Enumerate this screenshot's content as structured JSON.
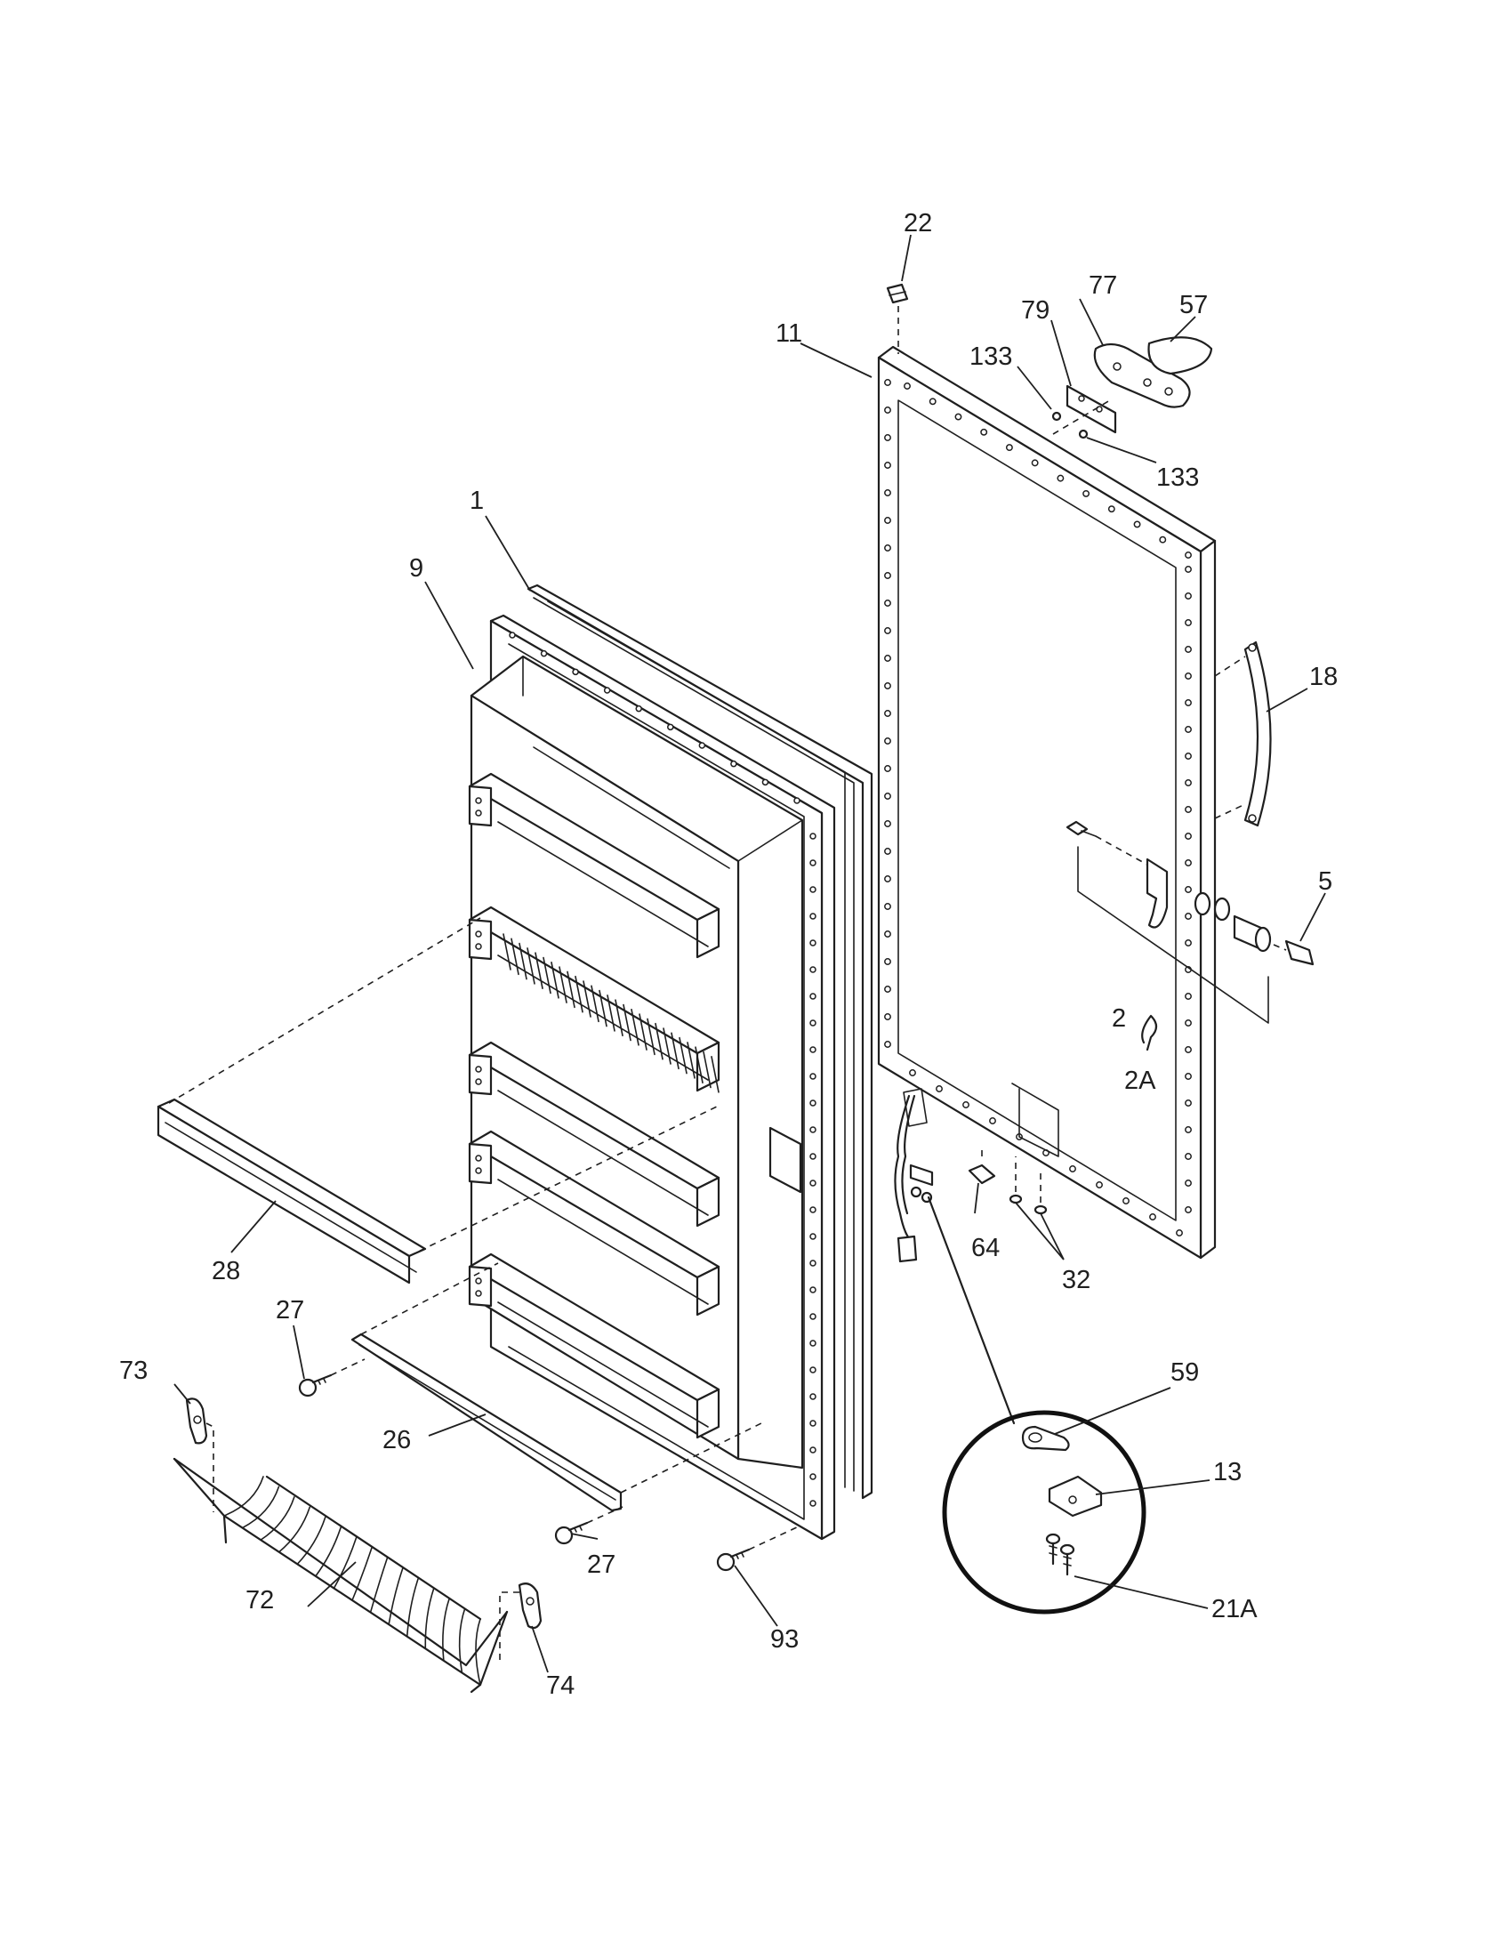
{
  "parts": [
    {
      "id": "22",
      "label": "22"
    },
    {
      "id": "77",
      "label": "77"
    },
    {
      "id": "57",
      "label": "57"
    },
    {
      "id": "79",
      "label": "79"
    },
    {
      "id": "133a",
      "label": "133"
    },
    {
      "id": "11",
      "label": "11"
    },
    {
      "id": "133b",
      "label": "133"
    },
    {
      "id": "1",
      "label": "1"
    },
    {
      "id": "9",
      "label": "9"
    },
    {
      "id": "18",
      "label": "18"
    },
    {
      "id": "5",
      "label": "5"
    },
    {
      "id": "2",
      "label": "2"
    },
    {
      "id": "2A",
      "label": "2A"
    },
    {
      "id": "64",
      "label": "64"
    },
    {
      "id": "32",
      "label": "32"
    },
    {
      "id": "28",
      "label": "28"
    },
    {
      "id": "27a",
      "label": "27"
    },
    {
      "id": "59",
      "label": "59"
    },
    {
      "id": "73",
      "label": "73"
    },
    {
      "id": "13",
      "label": "13"
    },
    {
      "id": "26",
      "label": "26"
    },
    {
      "id": "27b",
      "label": "27"
    },
    {
      "id": "21A",
      "label": "21A"
    },
    {
      "id": "72",
      "label": "72"
    },
    {
      "id": "93",
      "label": "93"
    },
    {
      "id": "74",
      "label": "74"
    }
  ]
}
